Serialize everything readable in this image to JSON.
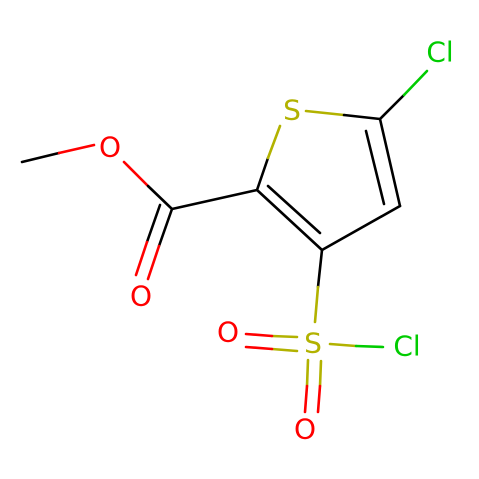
{
  "molecule": {
    "atoms": {
      "s_ring": {
        "label": "S",
        "color": "#b2b200"
      },
      "cl_ring": {
        "label": "Cl",
        "color": "#00cc00"
      },
      "o_ether": {
        "label": "O",
        "color": "#ff0000"
      },
      "o_carbonyl": {
        "label": "O",
        "color": "#ff0000"
      },
      "s_sulfonyl": {
        "label": "S",
        "color": "#b2b200"
      },
      "cl_sulfonyl": {
        "label": "Cl",
        "color": "#00cc00"
      },
      "o_sulfonyl_left": {
        "label": "O",
        "color": "#ff0000"
      },
      "o_sulfonyl_bottom": {
        "label": "O",
        "color": "#ff0000"
      }
    },
    "colors": {
      "carbon": "#000000",
      "sulfur": "#b2b200",
      "oxygen": "#ff0000",
      "chlorine": "#00cc00"
    }
  }
}
